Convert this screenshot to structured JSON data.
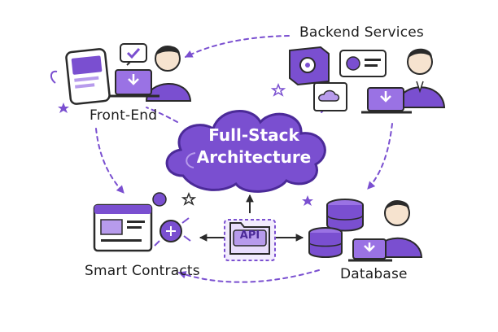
{
  "center": {
    "title_line1": "Full-Stack",
    "title_line2": "Architecture"
  },
  "nodes": {
    "frontend": {
      "label": "Front-End"
    },
    "backend": {
      "label": "Backend Services"
    },
    "smart_contracts": {
      "label": "Smart Contracts"
    },
    "database": {
      "label": "Database"
    }
  },
  "api": {
    "label": "API"
  },
  "colors": {
    "purple": "#7a4fd0",
    "purple_dark": "#5a35a8",
    "purple_light": "#b79bec",
    "lavender": "#e7dcfb",
    "ink": "#2a2a2a",
    "skin": "#f6e3cf"
  },
  "icons": [
    "mobile-icon",
    "laptop-icon",
    "chat-heart-icon",
    "gear-icon",
    "server-icon",
    "cloud-upload-icon",
    "browser-window-icon",
    "blockchain-icon",
    "folder-icon",
    "database-icon",
    "person-icon",
    "star-icon"
  ]
}
